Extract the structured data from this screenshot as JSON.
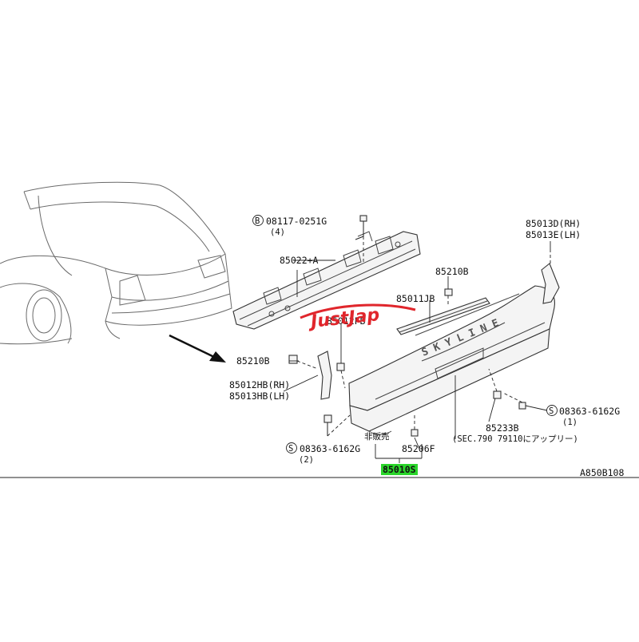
{
  "labels": {
    "bolt_b": "08117-0251G",
    "bolt_b_qty": "(4)",
    "reinforcement": "85022+A",
    "retainer_top": "85210B",
    "molding": "85011JB",
    "bracket_clip": "85012FB",
    "retainer_left": "85210B",
    "bracket_rh": "85012HB(RH)",
    "bracket_lh": "85013HB(LH)",
    "bolt_left": "08363-6162G",
    "bolt_left_qty": "(2)",
    "clip_bottom": "85206F",
    "clip_right": "85233B",
    "bolt_right": "08363-6162G",
    "bolt_right_qty": "(1)",
    "side_rh": "85013D(RH)",
    "side_lh": "85013E(LH)",
    "sec_ref": "(SEC.790 79110にアップリー)",
    "not_for_sale": "非販売",
    "assembly": "85010S",
    "figure_code": "A850B108"
  },
  "symbols": {
    "b_mark": "B",
    "s_mark_left": "S",
    "s_mark_right": "S"
  },
  "logo": {
    "text": "JustJap",
    "color": "#e0262c"
  },
  "colors": {
    "highlight": "#2bd62b",
    "line": "#222222"
  }
}
